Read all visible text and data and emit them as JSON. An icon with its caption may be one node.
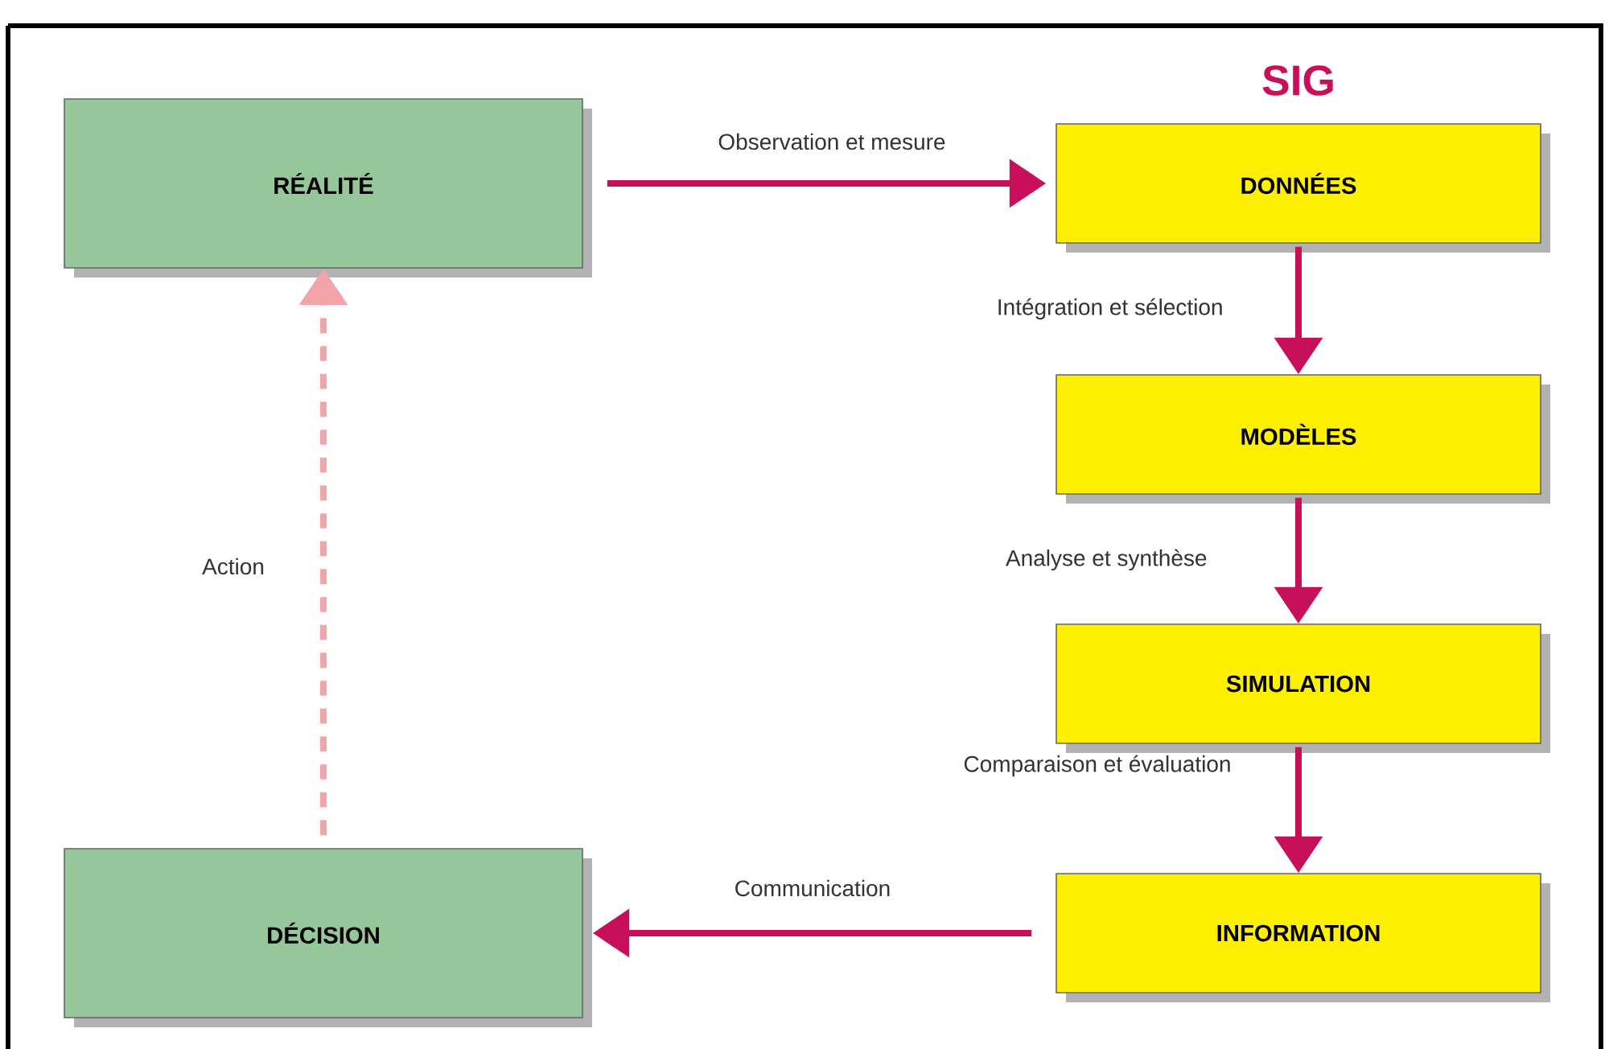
{
  "diagram": {
    "title": "SIG",
    "nodes": [
      {
        "text": [
          "RÉALITÉ"
        ]
      },
      {
        "text": [
          "DONNÉES"
        ]
      },
      {
        "text": [
          "MODÈLES"
        ]
      },
      {
        "text": [
          "SIMULATION"
        ]
      },
      {
        "text": [
          "INFORMATION"
        ]
      },
      {
        "text": [
          "DÉCISION"
        ]
      }
    ],
    "edges": [
      {
        "from": 0,
        "to": 1,
        "arrow": "to",
        "label": "Observation et mesure"
      },
      {
        "from": 1,
        "to": 2,
        "arrow": "to",
        "label": "Intégration et sélection"
      },
      {
        "from": 2,
        "to": 3,
        "arrow": "to",
        "label": "Analyse et synthèse"
      },
      {
        "from": 3,
        "to": 4,
        "arrow": "to",
        "label": "Comparaison et évaluation"
      },
      {
        "from": 4,
        "to": 5,
        "arrow": "to",
        "label": "Communication"
      },
      {
        "from": 5,
        "to": 0,
        "arrow": "to",
        "label": "Action",
        "style": "dashed",
        "color": "#f2a4aa"
      }
    ]
  }
}
